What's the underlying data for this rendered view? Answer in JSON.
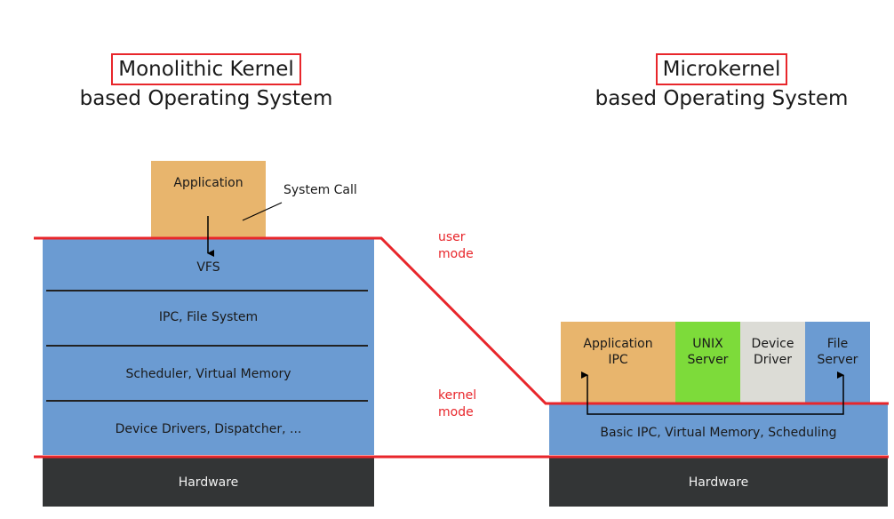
{
  "left": {
    "title": "Monolithic Kernel",
    "subtitle": "based Operating System",
    "application": "Application",
    "system_call": "System Call",
    "layers": [
      "VFS",
      "IPC, File System",
      "Scheduler, Virtual Memory",
      "Device Drivers, Dispatcher, ..."
    ],
    "hardware": "Hardware"
  },
  "right": {
    "title": "Microkernel",
    "subtitle": "based Operating System",
    "servers": [
      "Application\nIPC",
      "UNIX\nServer",
      "Device\nDriver",
      "File\nServer"
    ],
    "kernel": "Basic IPC, Virtual Memory, Scheduling",
    "hardware": "Hardware"
  },
  "modes": {
    "user": "user\nmode",
    "kernel": "kernel\nmode"
  },
  "colors": {
    "kernel_blue": "#6b9bd2",
    "application_orange": "#e8b56d",
    "unix_server_green": "#7ddb3a",
    "device_driver_grey": "#dcdcd6",
    "hardware_dark": "#333536",
    "boundary_red": "#e8262b"
  }
}
